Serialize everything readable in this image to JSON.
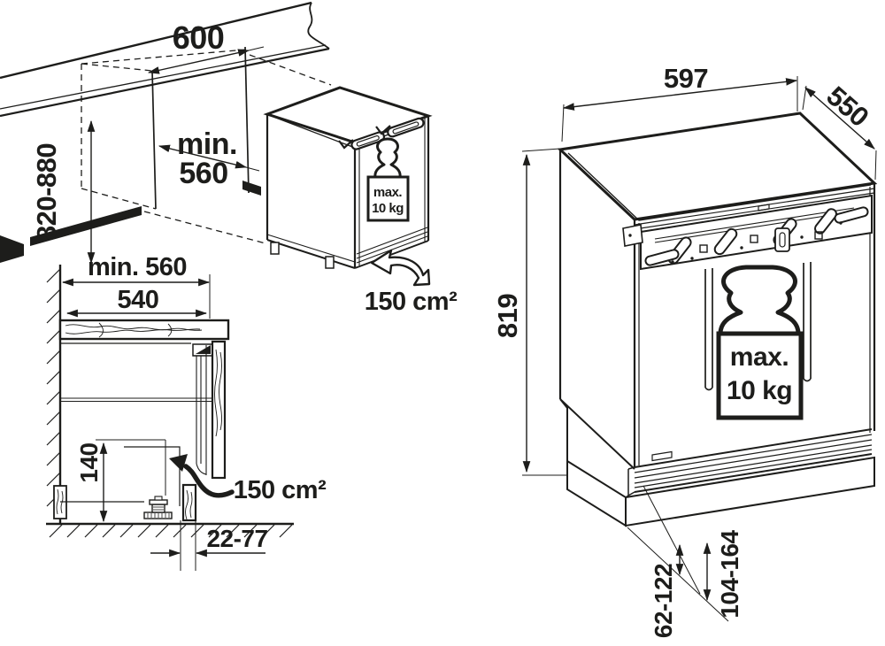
{
  "meta": {
    "description": "Built-under appliance installation dimension diagram",
    "line_color": "#1d1d1b",
    "background_color": "#ffffff"
  },
  "panels": {
    "niche": {
      "width": "600",
      "depth_label": "min.",
      "depth_value": "560",
      "height_range": "820-880"
    },
    "appliance_iso": {
      "weight_max": "max.",
      "weight_value": "10 kg",
      "vent_area": "150 cm²"
    },
    "cross_section": {
      "niche_depth": "min. 560",
      "counter_depth": "540",
      "bottom_clearance": "140",
      "vent_area": "150 cm²",
      "plinth_gap": "22-77"
    },
    "appliance_front": {
      "width": "597",
      "depth": "550",
      "height": "819",
      "weight_max": "max.",
      "weight_value": "10 kg",
      "plinth_range_small": "62-122",
      "plinth_range_large": "104-164"
    }
  }
}
